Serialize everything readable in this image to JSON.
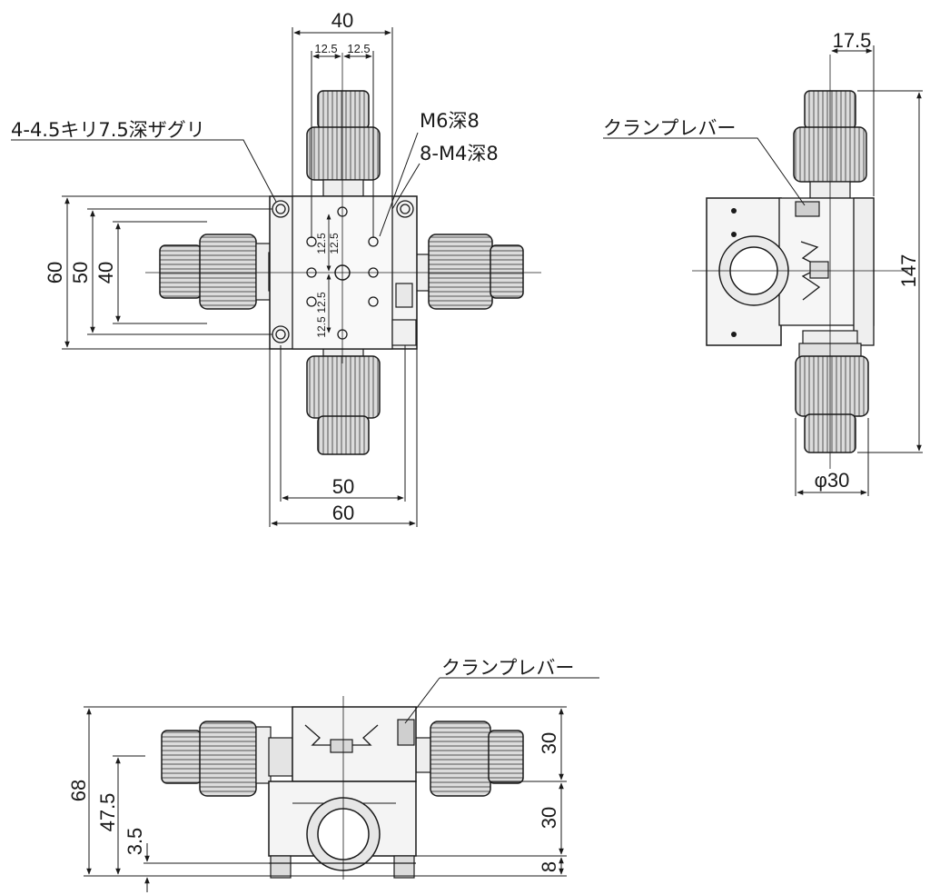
{
  "top_view": {
    "dims": {
      "width_40": "40",
      "hole_pitch_left": "12.5",
      "hole_pitch_right": "12.5",
      "height_60": "60",
      "height_50": "50",
      "height_40": "40",
      "width_50": "50",
      "width_60": "60",
      "vertical_pitch_1": "12.5",
      "vertical_pitch_2": "12.5",
      "vertical_pitch_3": "12.5",
      "vertical_pitch_4": "12.5"
    },
    "labels": {
      "counterbore": "4-4.5キリ7.5深ザグリ",
      "m6_hole": "M6深8",
      "m4_holes": "8-M4深8"
    }
  },
  "side_view": {
    "dims": {
      "offset_17_5": "17.5",
      "total_147": "147",
      "knob_diameter": "φ30"
    },
    "labels": {
      "clamp_lever": "クランプレバー"
    }
  },
  "front_view": {
    "dims": {
      "height_68": "68",
      "height_47_5": "47.5",
      "height_3_5": "3.5",
      "upper_30": "30",
      "lower_30": "30",
      "base_8": "8"
    },
    "labels": {
      "clamp_lever": "クランプレバー"
    }
  },
  "colors": {
    "line": "#1a1a1a",
    "body_fill": "#f2f2f2",
    "knob_fill": "#d8d8d8",
    "knob_dark": "#8a8a8a"
  }
}
